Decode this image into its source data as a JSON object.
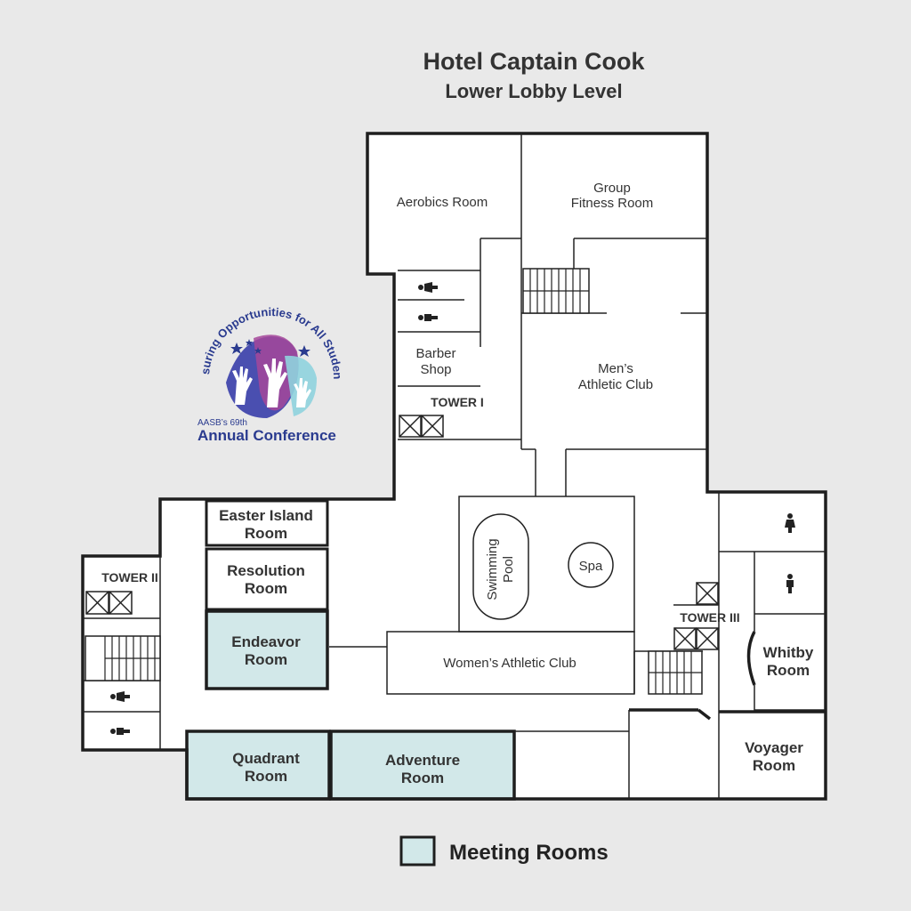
{
  "header": {
    "title": "Hotel Captain Cook",
    "subtitle": "Lower Lobby Level"
  },
  "rooms": {
    "aerobics": "Aerobics Room",
    "group_fitness_1": "Group",
    "group_fitness_2": "Fitness Room",
    "barber_1": "Barber",
    "barber_2": "Shop",
    "mens_1": "Men’s",
    "mens_2": "Athletic Club",
    "pool_1": "Swimming",
    "pool_2": "Pool",
    "spa": "Spa",
    "womens": "Women’s Athletic Club",
    "easter_1": "Easter Island",
    "easter_2": "Room",
    "resolution_1": "Resolution",
    "resolution_2": "Room",
    "endeavor_1": "Endeavor",
    "endeavor_2": "Room",
    "quadrant_1": "Quadrant",
    "quadrant_2": "Room",
    "adventure_1": "Adventure",
    "adventure_2": "Room",
    "whitby_1": "Whitby",
    "whitby_2": "Room",
    "voyager_1": "Voyager",
    "voyager_2": "Room"
  },
  "towers": {
    "t1": "TOWER I",
    "t2": "TOWER II",
    "t3": "TOWER III"
  },
  "icons": {
    "restroom_women": "women-restroom-icon",
    "restroom_men": "men-restroom-icon",
    "elevator": "elevator-icon",
    "stairs": "stairs-icon"
  },
  "logo": {
    "arc_text": "Ensuring Opportunities for All Students",
    "line1": "AASB’s 69th",
    "line2": "Annual Conference"
  },
  "legend": {
    "label": "Meeting Rooms",
    "color": "#d2e8e9"
  }
}
